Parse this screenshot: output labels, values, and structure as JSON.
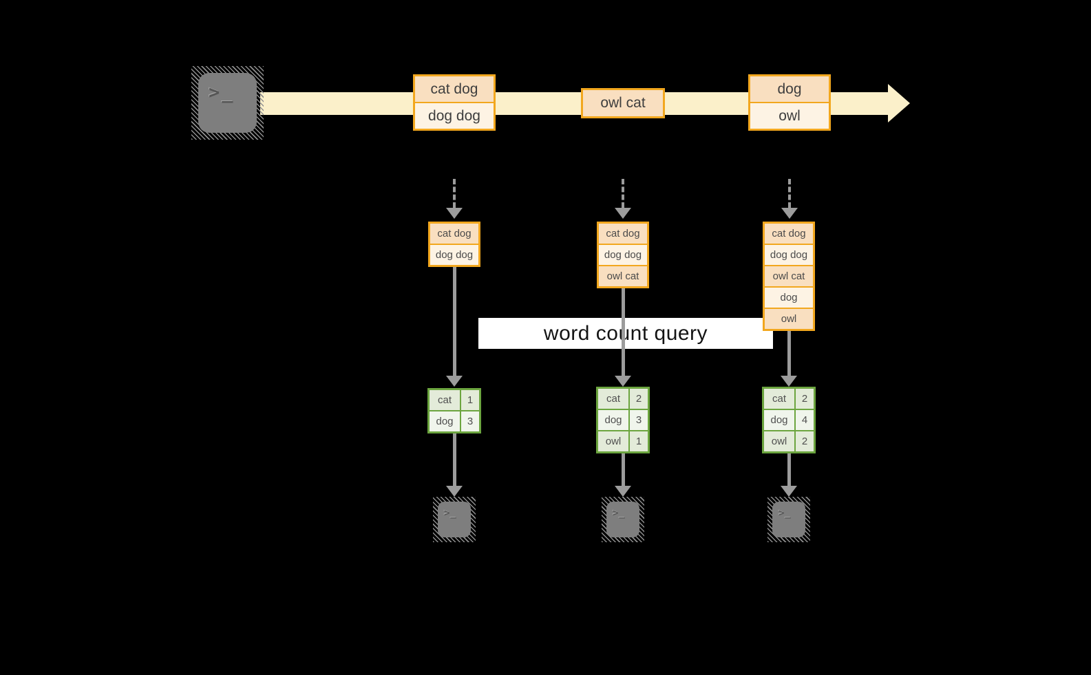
{
  "banner": {
    "label": "word count query"
  },
  "source": {
    "icon": "terminal-prompt-icon",
    "glyph": ">_"
  },
  "sink": {
    "icon": "terminal-prompt-icon",
    "glyph": ">_"
  },
  "stream": {
    "events": [
      {
        "lines": [
          "cat dog",
          "dog dog"
        ]
      },
      {
        "lines": [
          "owl cat"
        ]
      },
      {
        "lines": [
          "dog",
          "owl"
        ]
      }
    ]
  },
  "columns": [
    {
      "buffer": [
        "cat dog",
        "dog dog"
      ],
      "counts": [
        [
          "cat",
          "1"
        ],
        [
          "dog",
          "3"
        ]
      ]
    },
    {
      "buffer": [
        "cat dog",
        "dog dog",
        "owl cat"
      ],
      "counts": [
        [
          "cat",
          "2"
        ],
        [
          "dog",
          "3"
        ],
        [
          "owl",
          "1"
        ]
      ]
    },
    {
      "buffer": [
        "cat dog",
        "dog dog",
        "owl cat",
        "dog",
        "owl"
      ],
      "counts": [
        [
          "cat",
          "2"
        ],
        [
          "dog",
          "4"
        ],
        [
          "owl",
          "2"
        ]
      ]
    }
  ],
  "colors": {
    "background": "#000000",
    "stream_band": "#fbf0ca",
    "event_border": "#f2a71e",
    "event_fill_dark": "#f9dfc0",
    "event_fill_light": "#fdf3e4",
    "table_border": "#6ca53f",
    "table_fill_dark": "#e3ebd9",
    "table_fill_light": "#f0f5ec",
    "arrow": "#9c9c9c",
    "terminal": "#7e7e7e"
  }
}
